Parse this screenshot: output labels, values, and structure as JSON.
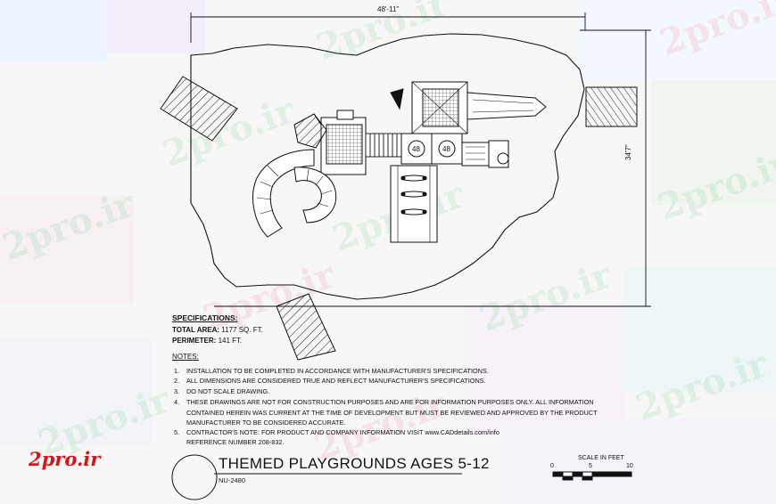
{
  "drawing": {
    "width_dimension": "48'-11\"",
    "height_dimension": "34'7\"",
    "tower_labels": [
      "48",
      "48"
    ]
  },
  "specifications": {
    "heading": "SPECIFICATIONS:",
    "total_area_label": "TOTAL AREA:",
    "total_area_value": "1177 SQ. FT.",
    "perimeter_label": "PERIMETER:",
    "perimeter_value": "141 FT."
  },
  "notes": {
    "heading": "NOTES:",
    "items": [
      {
        "num": "1.",
        "text": "INSTALLATION TO BE COMPLETED IN ACCORDANCE WITH MANUFACTURER'S SPECIFICATIONS."
      },
      {
        "num": "2.",
        "text": "ALL DIMENSIONS ARE CONSIDERED TRUE AND REFLECT MANUFACTURER'S SPECIFICATIONS."
      },
      {
        "num": "3.",
        "text": "DO NOT SCALE DRAWING."
      },
      {
        "num": "4.",
        "text": "THESE DRAWINGS ARE NOT FOR CONSTRUCTION PURPOSES AND ARE FOR INFORMATION PURPOSES ONLY. ALL INFORMATION"
      },
      {
        "num": "",
        "text": "CONTAINED HEREIN WAS CURRENT AT THE TIME OF DEVELOPMENT BUT MUST BE REVIEWED AND APPROVED BY THE PRODUCT"
      },
      {
        "num": "",
        "text": "MANUFACTURER TO BE CONSIDERED ACCURATE."
      },
      {
        "num": "5.",
        "text": "CONTRACTOR'S NOTE: FOR PRODUCT AND COMPANY INFORMATION VISIT www.CADdetails.com/info"
      },
      {
        "num": "",
        "text": "REFERENCE NUMBER 208-832."
      }
    ]
  },
  "title_block": {
    "title": "THEMED PLAYGROUNDS AGES 5-12",
    "number": "NU-2480"
  },
  "scale": {
    "label": "SCALE IN FEET",
    "ticks": [
      "0",
      "5",
      "10"
    ]
  },
  "watermark": {
    "text": "2pro.ir",
    "logo_text": "2pro.ir"
  },
  "colors": {
    "line": "#111111",
    "logo": "#d8131a",
    "watermark_green": "#6ec882",
    "watermark_pink": "#eb788c"
  }
}
